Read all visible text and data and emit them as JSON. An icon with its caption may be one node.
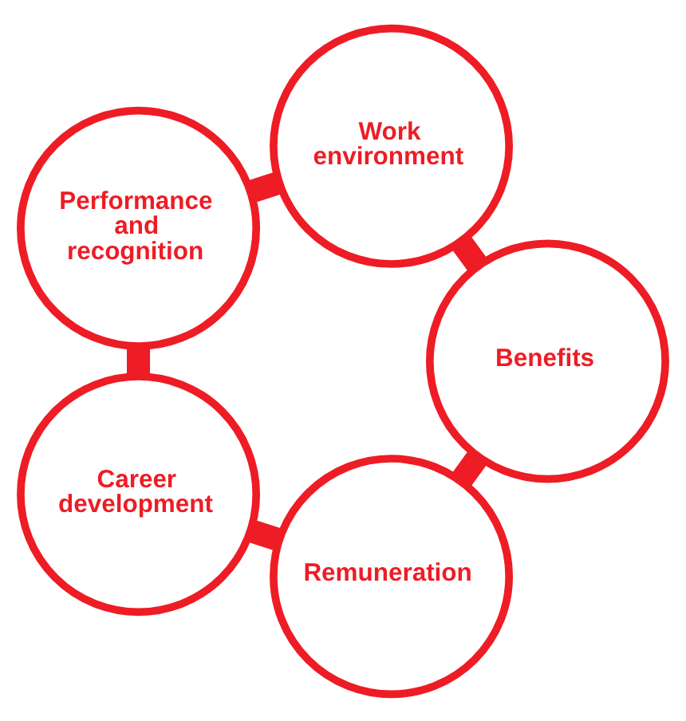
{
  "diagram": {
    "nodes": [
      {
        "text": [
          "Remuneration"
        ]
      },
      {
        "text": [
          "Benefits"
        ]
      },
      {
        "text": [
          "Career development"
        ]
      },
      {
        "text": [
          "Work environment"
        ]
      },
      {
        "text": [
          "Performance and recognition"
        ]
      }
    ],
    "edges": [
      {
        "from": 0,
        "to": 2,
        "arrow": "none"
      },
      {
        "from": 2,
        "to": 4,
        "arrow": "none"
      },
      {
        "from": 4,
        "to": 3,
        "arrow": "none"
      },
      {
        "from": 3,
        "to": 1,
        "arrow": "none"
      },
      {
        "from": 1,
        "to": 0,
        "arrow": "none"
      }
    ]
  }
}
